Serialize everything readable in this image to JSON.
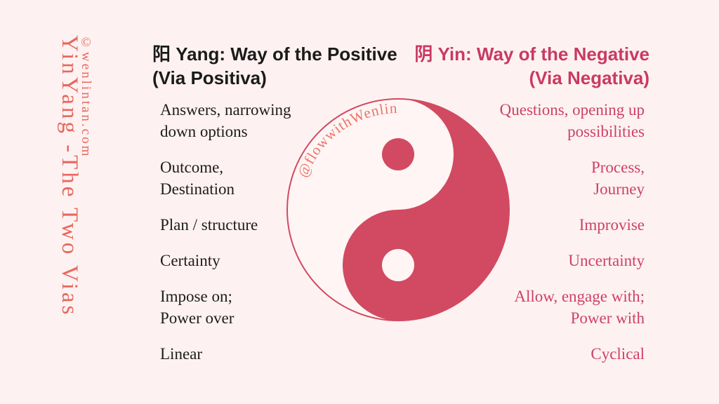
{
  "page": {
    "background_color": "#fdf2f1"
  },
  "side": {
    "title": "YinYang -The Two Vias",
    "copyright": "©wenlintan.com",
    "color": "#e8675d"
  },
  "headers": {
    "yang": {
      "full": "阳 Yang: Way of the Positive\n(Via Positiva)",
      "color": "#1b1b1b"
    },
    "yin": {
      "full": "阴 Yin: Way of the Negative\n(Via Negativa)",
      "color": "#c93a62"
    }
  },
  "yang_items": [
    "Answers, narrowing\ndown options",
    "Outcome,\nDestination",
    "Plan / structure",
    "Certainty",
    "Impose on;\nPower over",
    "Linear"
  ],
  "yin_items": [
    "Questions, opening up\npossibilities",
    "Process,\nJourney",
    "Improvise",
    "Uncertainty",
    "Allow, engage with;\nPower with",
    "Cyclical"
  ],
  "symbol": {
    "watermark": "@flowwithWenlin",
    "watermark_color": "#ea7468",
    "dark_fill": "#d14a61",
    "light_fill": "#fef5f4",
    "outline_color": "#d14a61"
  }
}
